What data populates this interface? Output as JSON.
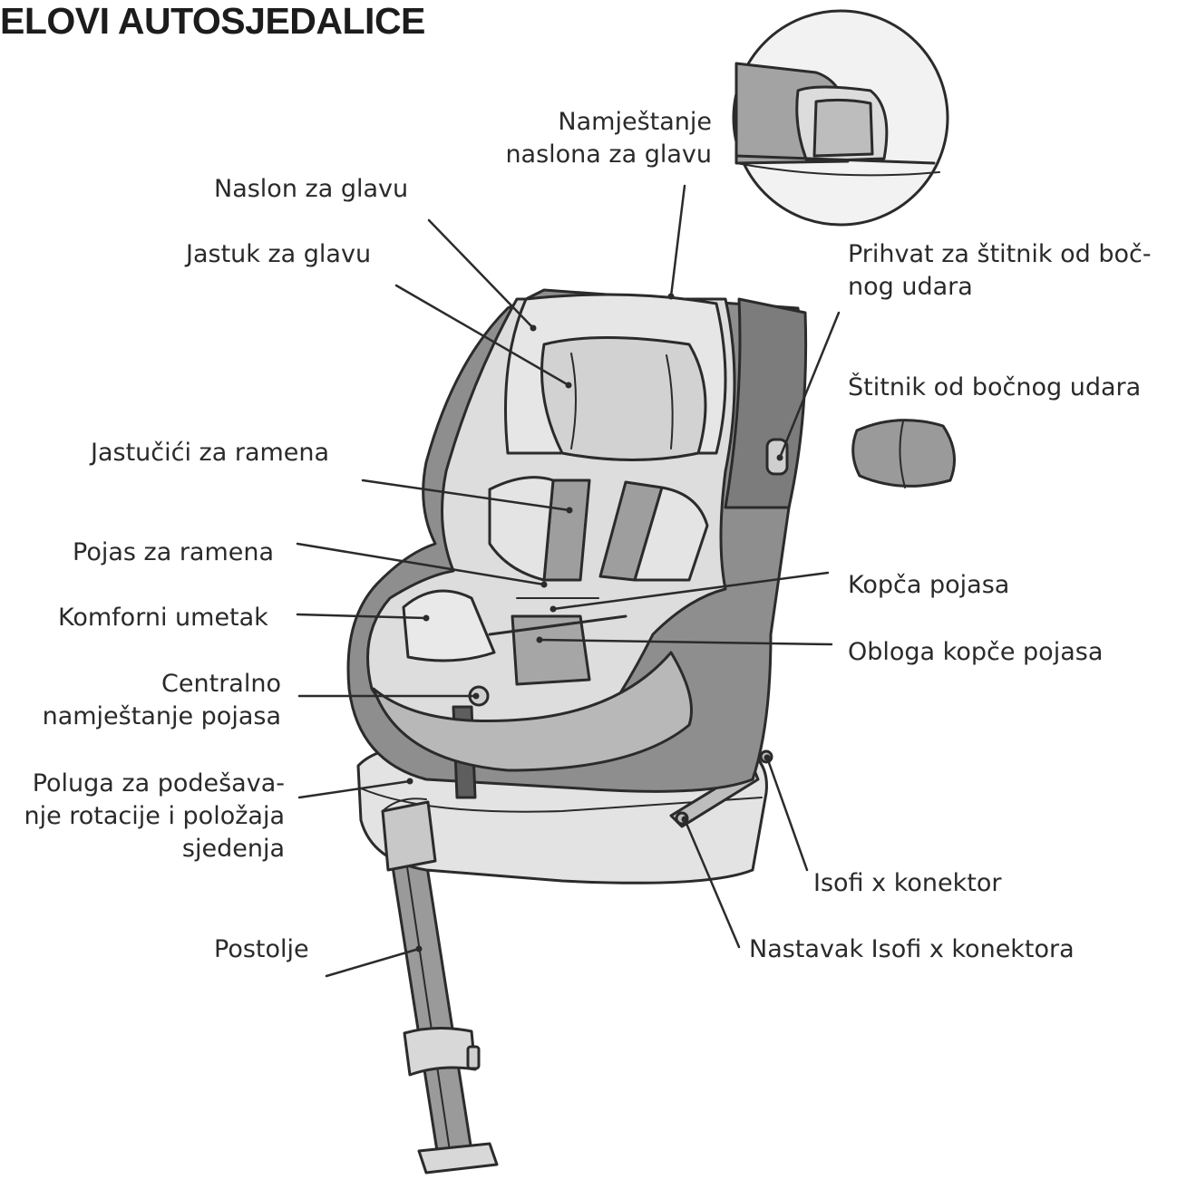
{
  "title": "ELOVI AUTOSJEDALICE",
  "labels": {
    "headrest_adjust_1": "Namještanje",
    "headrest_adjust_2": "naslona za glavu",
    "headrest": "Naslon za glavu",
    "head_pillow": "Jastuk za glavu",
    "shoulder_pads": "Jastučići za ramena",
    "shoulder_belt": "Pojas za ramena",
    "comfort_insert": "Komforni umetak",
    "central_adjust_1": "Centralno",
    "central_adjust_2": "namještanje pojasa",
    "lever_1": "Poluga za podešava-",
    "lever_2": "nje rotacije i položaja",
    "lever_3": "sjedenja",
    "base": "Postolje",
    "side_mount_1": "Prihvat za štitnik od boč-",
    "side_mount_2": "nog udara",
    "side_guard": "Štitnik od bočnog udara",
    "buckle": "Kopča pojasa",
    "buckle_cover": "Obloga kopče pojasa",
    "isofix": "Isofi x konektor",
    "isofix_ext": "Nastavak Isofi x konektora"
  },
  "colors": {
    "dark_shell": "#8a8a8a",
    "mid_grey": "#b3b3b3",
    "light_fabric": "#dcdcdc",
    "lightest": "#ececec",
    "outline": "#2b2b2b"
  }
}
